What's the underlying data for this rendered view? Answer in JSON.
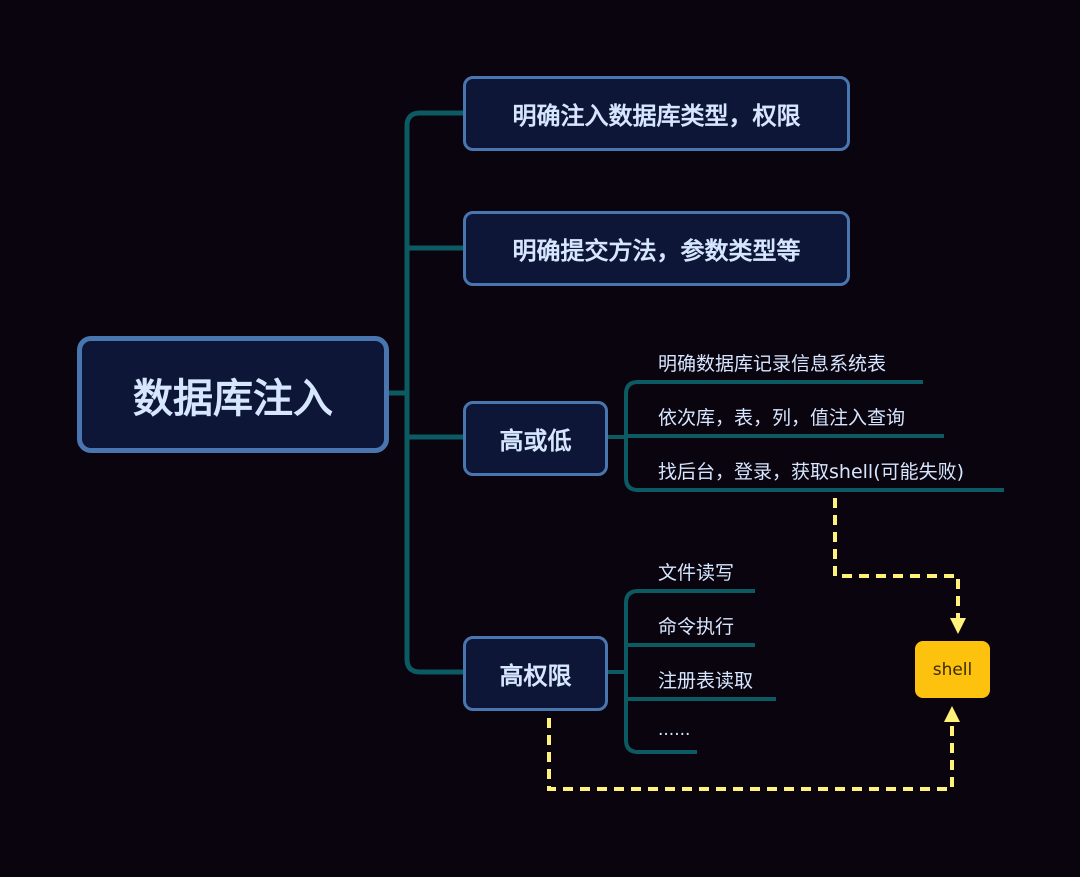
{
  "root": {
    "label": "数据库注入"
  },
  "branches": [
    {
      "label": "明确注入数据库类型，权限",
      "children": []
    },
    {
      "label": "明确提交方法，参数类型等",
      "children": []
    },
    {
      "label": "高或低",
      "children": [
        "明确数据库记录信息系统表",
        "依次库，表，列，值注入查询",
        "找后台，登录，获取shell(可能失败)"
      ]
    },
    {
      "label": "高权限",
      "children": [
        "文件读写",
        "命令执行",
        "注册表读取",
        "......"
      ]
    }
  ],
  "target": {
    "label": "shell"
  },
  "colors": {
    "background": "#0a040e",
    "node_fill": "#0e1638",
    "node_border": "#4a76b0",
    "node_text": "#d6e6ff",
    "connector": "#0c5a62",
    "dashed_arrow": "#fff27a",
    "target_fill": "#fdc20e"
  }
}
